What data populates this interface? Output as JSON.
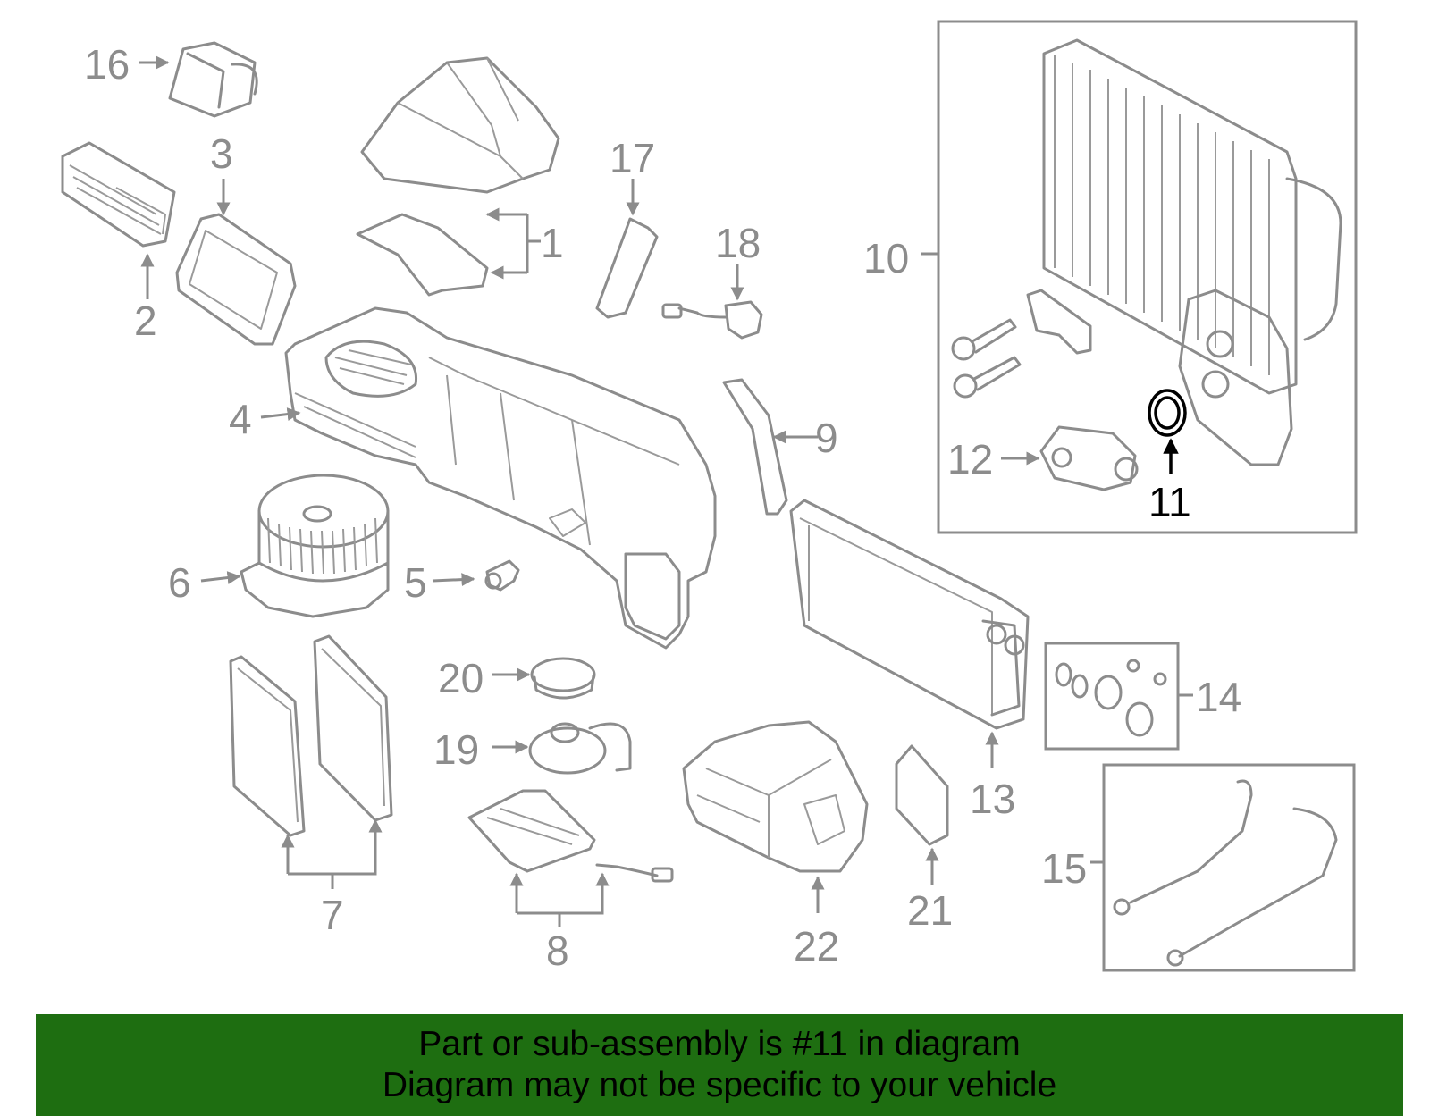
{
  "callouts": [
    {
      "id": "1",
      "label": "1"
    },
    {
      "id": "2",
      "label": "2"
    },
    {
      "id": "3",
      "label": "3"
    },
    {
      "id": "4",
      "label": "4"
    },
    {
      "id": "5",
      "label": "5"
    },
    {
      "id": "6",
      "label": "6"
    },
    {
      "id": "7",
      "label": "7"
    },
    {
      "id": "8",
      "label": "8"
    },
    {
      "id": "9",
      "label": "9"
    },
    {
      "id": "10",
      "label": "10"
    },
    {
      "id": "11",
      "label": "11"
    },
    {
      "id": "12",
      "label": "12"
    },
    {
      "id": "13",
      "label": "13"
    },
    {
      "id": "14",
      "label": "14"
    },
    {
      "id": "15",
      "label": "15"
    },
    {
      "id": "16",
      "label": "16"
    },
    {
      "id": "17",
      "label": "17"
    },
    {
      "id": "18",
      "label": "18"
    },
    {
      "id": "19",
      "label": "19"
    },
    {
      "id": "20",
      "label": "20"
    },
    {
      "id": "21",
      "label": "21"
    },
    {
      "id": "22",
      "label": "22"
    }
  ],
  "highlighted_part": "11",
  "colors": {
    "parts": "#8c8c8c",
    "highlight": "#000000",
    "banner_bg": "#1e6e11",
    "banner_text": "#000000"
  },
  "banner": {
    "line1": "Part or sub-assembly is #11 in diagram",
    "line2": "Diagram may not be specific to your vehicle"
  }
}
